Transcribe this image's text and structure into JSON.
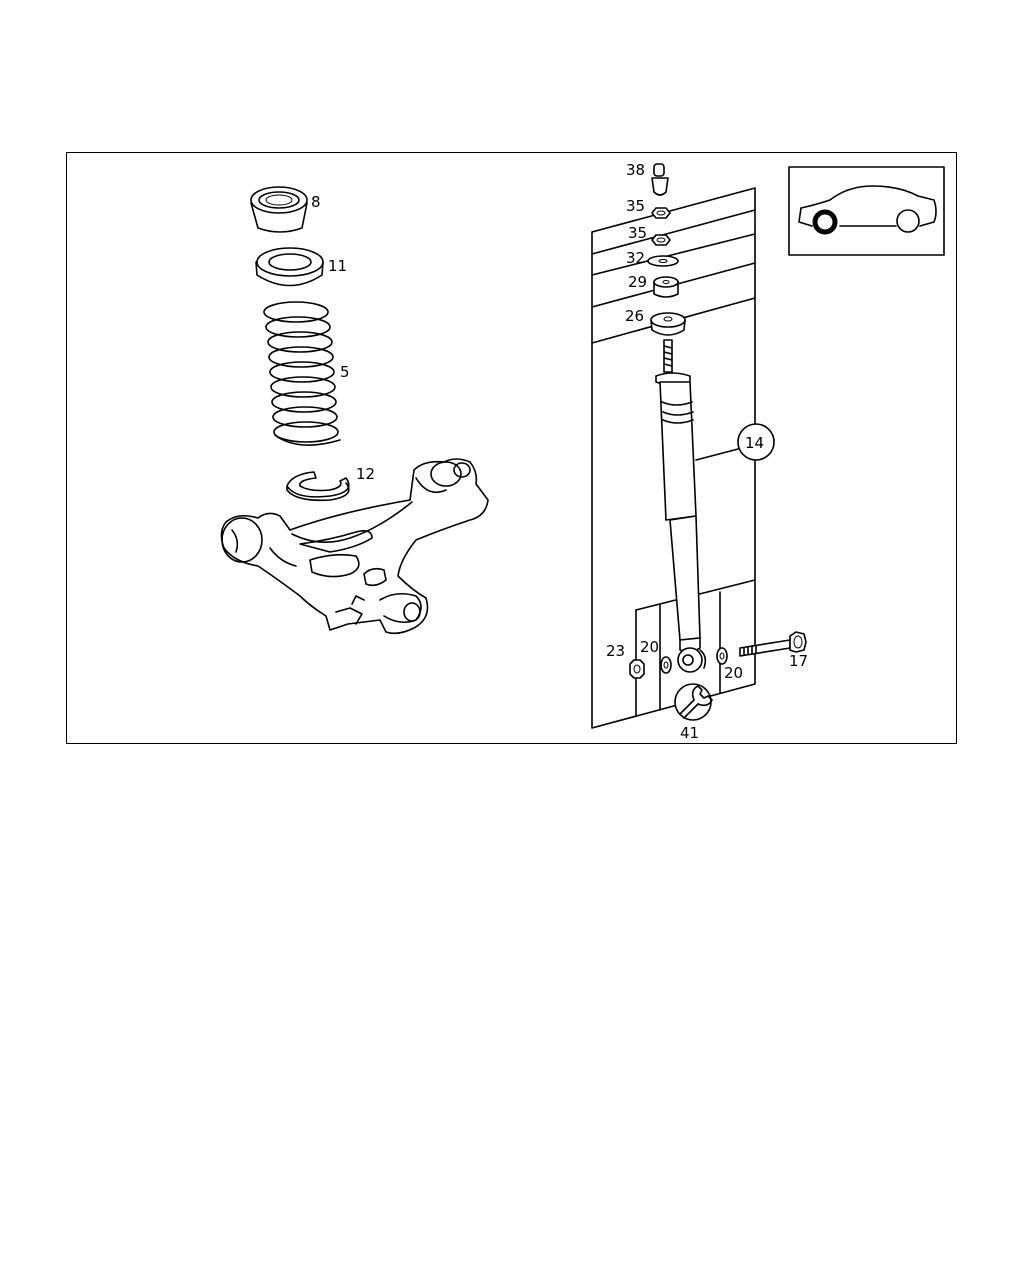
{
  "parts": {
    "p8": "8",
    "p11": "11",
    "p5": "5",
    "p12": "12",
    "p38": "38",
    "p35a": "35",
    "p35b": "35",
    "p32": "32",
    "p29": "29",
    "p26": "26",
    "p14": "14",
    "p23": "23",
    "p20a": "20",
    "p20b": "20",
    "p17": "17",
    "p41": "41"
  },
  "icons": {
    "locator": "car-rear-wheel-locator-icon",
    "tool": "wrench-icon"
  },
  "colors": {
    "line": "#000000",
    "background": "#ffffff"
  }
}
